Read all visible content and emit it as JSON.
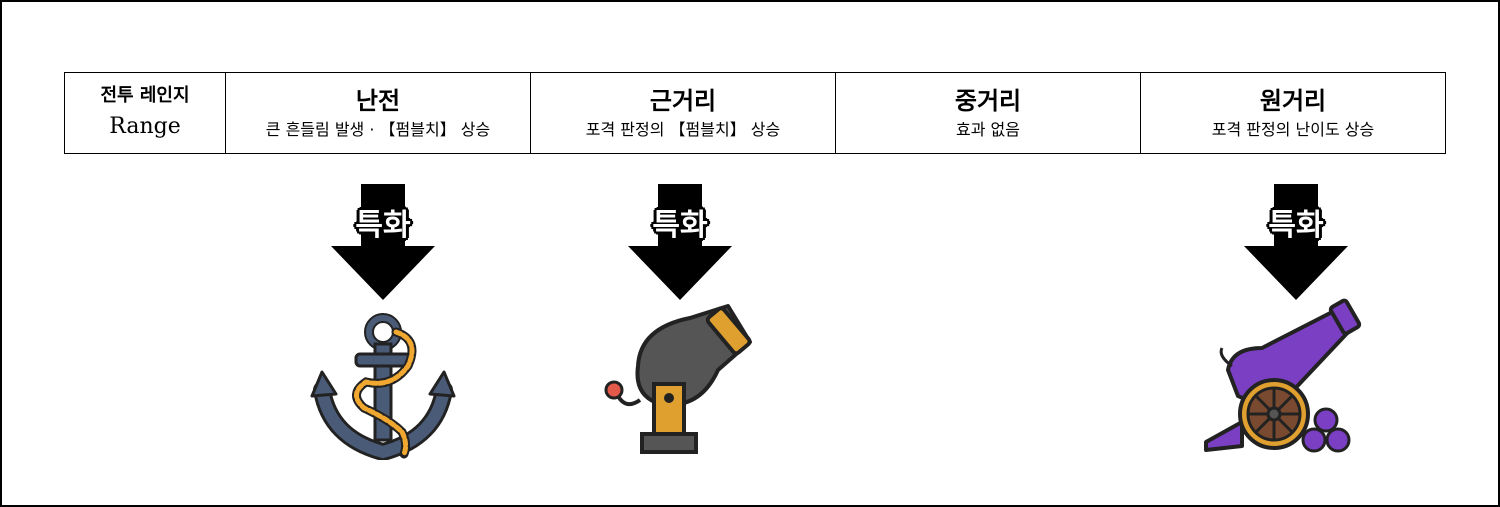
{
  "table": {
    "header": {
      "ko": "전투 레인지",
      "en": "Range"
    },
    "columns": [
      {
        "title": "난전",
        "desc": "큰 흔들림 발생 · 【펌블치】 상승"
      },
      {
        "title": "근거리",
        "desc": "포격 판정의 【펌블치】 상승"
      },
      {
        "title": "중거리",
        "desc": "효과 없음"
      },
      {
        "title": "원거리",
        "desc": "포격 판정의 난이도 상승"
      }
    ]
  },
  "arrow_label": "특화",
  "icons": {
    "melee": "anchor-icon",
    "short": "mortar-cannon-icon",
    "long": "purple-cannon-icon"
  },
  "colors": {
    "arrow": "#000000",
    "anchor": "#4a5b78",
    "rope": "#f0a830",
    "mortar_body": "#555555",
    "mortar_base": "#e0a030",
    "cannon": "#7b3fc4",
    "wheel": "#7a4a30"
  }
}
